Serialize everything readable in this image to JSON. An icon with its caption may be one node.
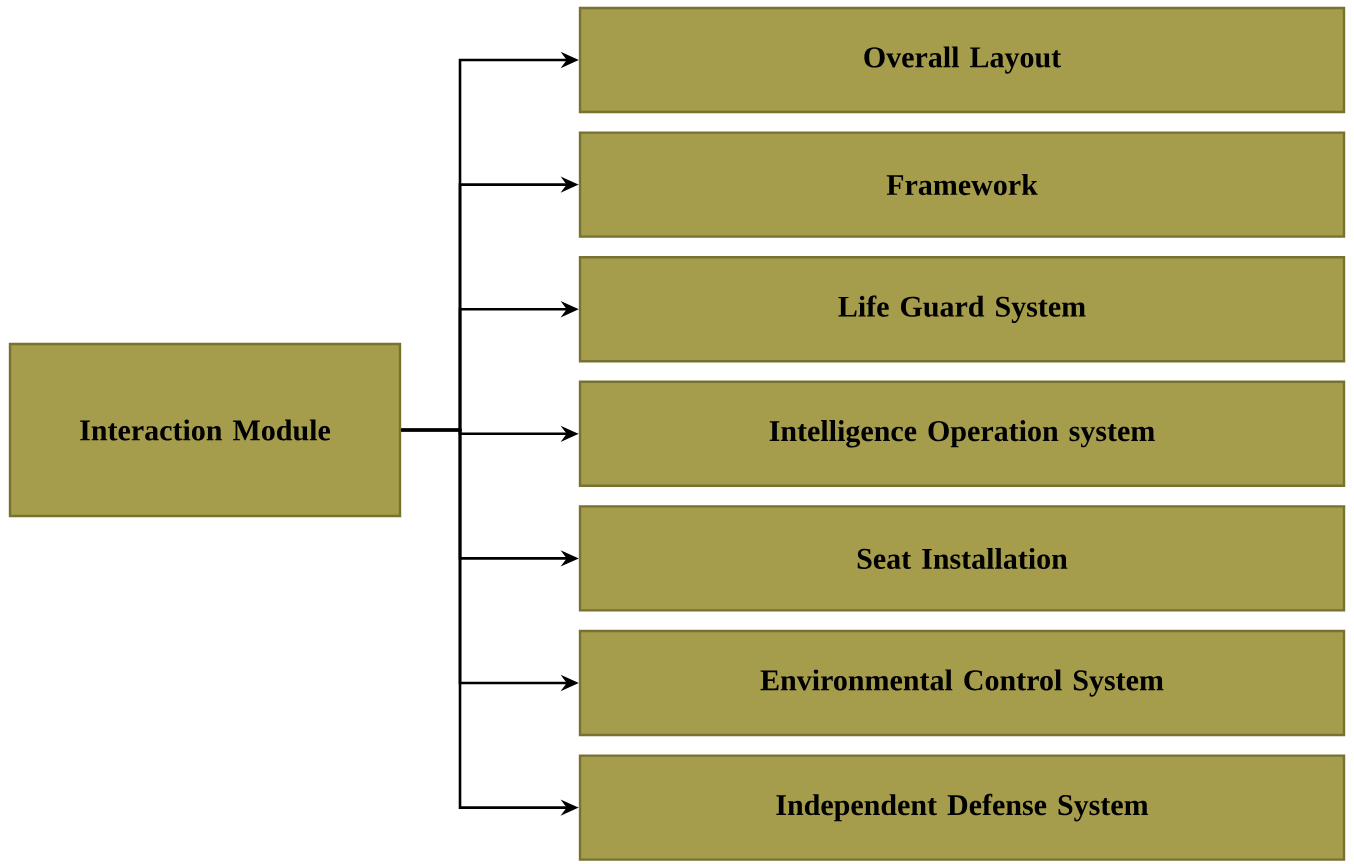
{
  "diagram": {
    "nodes": [
      {
        "text": [
          "Interaction Module"
        ]
      },
      {
        "text": [
          "Overall Layout"
        ]
      },
      {
        "text": [
          "Framework"
        ]
      },
      {
        "text": [
          "Life Guard System"
        ]
      },
      {
        "text": [
          "Intelligence Operation system"
        ]
      },
      {
        "text": [
          "Seat Installation"
        ]
      },
      {
        "text": [
          "Environmental Control System"
        ]
      },
      {
        "text": [
          "Independent Defense System"
        ]
      }
    ],
    "edges": [
      {
        "from": 0,
        "to": 1,
        "arrow": "to"
      },
      {
        "from": 0,
        "to": 2,
        "arrow": "to"
      },
      {
        "from": 0,
        "to": 3,
        "arrow": "to"
      },
      {
        "from": 0,
        "to": 4,
        "arrow": "to"
      },
      {
        "from": 0,
        "to": 5,
        "arrow": "to"
      },
      {
        "from": 0,
        "to": 6,
        "arrow": "to"
      },
      {
        "from": 0,
        "to": 7,
        "arrow": "to"
      }
    ]
  }
}
